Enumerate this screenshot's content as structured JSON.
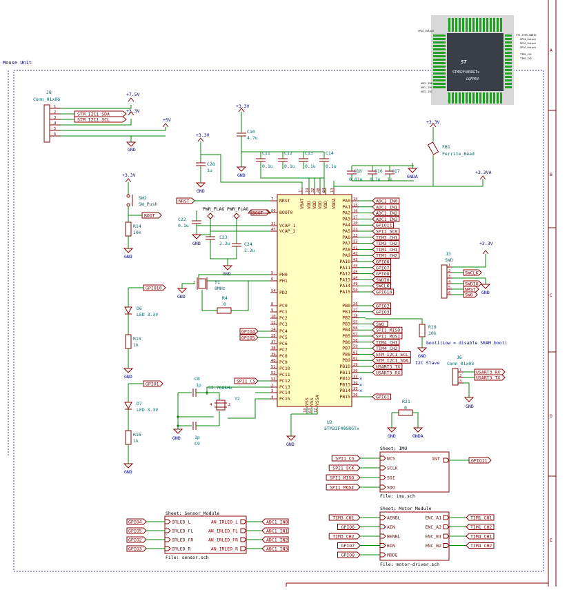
{
  "sheet": {
    "title": "Mouse Unit",
    "row_labels": [
      "A",
      "B",
      "C",
      "D",
      "E"
    ]
  },
  "colors": {
    "wire": "#008400",
    "symbol": "#840000",
    "ref": "#006464",
    "frame": "#840000"
  },
  "mcu": {
    "ref": "U2",
    "value": "STM32F405RGTx",
    "package_name": "STM32F405RGTx",
    "package_type": "LQFP64",
    "left_pins": [
      "NRST",
      "BOOT0",
      "VCAP_1",
      "VCAP_2",
      "PH0",
      "PH1",
      "PD2",
      "PC0",
      "PC1",
      "PC2",
      "PC3",
      "PC4",
      "PC5",
      "PC6",
      "PC7",
      "PC8",
      "PC9",
      "PC10",
      "PC11",
      "PC12",
      "PC13",
      "PC14",
      "PC15"
    ],
    "left_nums": [
      "7",
      "60",
      "31",
      "47",
      "5",
      "6",
      "54",
      "8",
      "9",
      "10",
      "11",
      "24",
      "25",
      "37",
      "38",
      "39",
      "40",
      "51",
      "52",
      "53",
      "2",
      "3",
      "4"
    ],
    "top_pins": [
      "VBAT",
      "VDD",
      "VDD",
      "VDD",
      "VDD",
      "VDDA"
    ],
    "top_nums": [
      "1",
      "19",
      "32",
      "48",
      "64",
      "13"
    ],
    "right_pins": [
      "PA0",
      "PA1",
      "PA2",
      "PA3",
      "PA4",
      "PA5",
      "PA6",
      "PA7",
      "PA8",
      "PA9",
      "PA10",
      "PA11",
      "PA12",
      "PA13",
      "PA14",
      "PA15",
      "PB0",
      "PB1",
      "PB2",
      "PB3",
      "PB4",
      "PB5",
      "PB6",
      "PB7",
      "PB8",
      "PB9",
      "PB10",
      "PB11",
      "PB12",
      "PB13",
      "PB14",
      "PB15"
    ],
    "right_nums": [
      "14",
      "15",
      "16",
      "17",
      "20",
      "21",
      "22",
      "23",
      "41",
      "42",
      "43",
      "44",
      "45",
      "46",
      "49",
      "50",
      "26",
      "27",
      "28",
      "55",
      "56",
      "57",
      "58",
      "59",
      "61",
      "62",
      "29",
      "30",
      "33",
      "34",
      "35",
      "36"
    ],
    "bottom_pins": [
      "VSS",
      "VSS",
      "VSSA"
    ],
    "bottom_nums": [
      "18",
      "63",
      "12"
    ]
  },
  "right_labels": [
    "ADC1_IN0",
    "ADC1_IN1",
    "ADC1_IN2",
    "ADC1_IN3",
    "GPIO11",
    "SPI1_SCK",
    "TIM3_CH1",
    "TIM3_CH2",
    "TIM1_CH1",
    "TIM1_CH2",
    "GPIO6",
    "GPIO7",
    "GPIO8",
    "SWDIO",
    "SWCLK",
    "GPIO10",
    "GPIO2",
    "GPIO3",
    "",
    "SWO",
    "SPI1_MISO",
    "SPI1_MOSI",
    "TIM4_CH1",
    "TIM4_CH2",
    "STM_I2C1_SCL",
    "STM_I2C1_SDA",
    "USART3_TX",
    "USART3_RX",
    "",
    "",
    "",
    "GPIO1"
  ],
  "left_labels": {
    "nrst": "NRST",
    "boot0": "BOOT",
    "pc4": "GPIO4",
    "pc5": "GPIO5",
    "pc12": "SPI1_CS"
  },
  "power": {
    "p33": "+3.3V",
    "p5": "+5V",
    "p75": "+7.5V",
    "p33va": "+3.3VA",
    "gnd": "GND",
    "gnda": "GNDA",
    "pwr_flag": "PWR_FLAG"
  },
  "connector_j8": {
    "ref": "J8",
    "value": "Conn_01x06",
    "pins": [
      "1",
      "2",
      "3",
      "4",
      "5",
      "6"
    ],
    "labels": [
      "STM_I2C1_SDA",
      "STM_I2C1_SCL"
    ]
  },
  "caps": {
    "c10": [
      "C10",
      "4.7u"
    ],
    "c11": [
      "C11",
      "0.1u"
    ],
    "c12": [
      "C12",
      "0.1u"
    ],
    "c13": [
      "C13",
      "0.1u"
    ],
    "c14": [
      "C14",
      "0.1u"
    ],
    "c18": [
      "C18",
      "0.01u"
    ],
    "c16": [
      "C16",
      "0.1u"
    ],
    "c17": [
      "C17",
      "1u"
    ],
    "c28": [
      "C28",
      "1u"
    ],
    "c22": [
      "C22",
      "0.1u"
    ],
    "c23": [
      "C23",
      "2.2u"
    ],
    "c24": [
      "C24",
      "2.2u"
    ],
    "c8": [
      "C8",
      "1p"
    ],
    "c9": [
      "C9",
      "1p"
    ]
  },
  "fb1": [
    "FB1",
    "Ferrite_Bead"
  ],
  "sw2": [
    "SW2",
    "SW_Push"
  ],
  "r14": [
    "R14",
    "10k"
  ],
  "r15": [
    "R15",
    "1k"
  ],
  "r16": [
    "R16",
    "1k"
  ],
  "r4": [
    "R4",
    "0"
  ],
  "r18": [
    "R18",
    "10k"
  ],
  "r21": [
    "R21",
    "0"
  ],
  "d6": [
    "D6",
    "LED 3.3V",
    "GPIO10"
  ],
  "d7": [
    "D7",
    "LED 3.3V",
    "GPIO1"
  ],
  "y1": [
    "Y1",
    "8MHz"
  ],
  "y2": [
    "Y2",
    "32.768kHz"
  ],
  "boot_note": "boot1(Low = disable SRAM boot)",
  "i2c_note": "I2C Slave",
  "j3": {
    "ref": "J3",
    "value": "SWD",
    "pins": [
      "1",
      "2",
      "3",
      "4",
      "5",
      "6"
    ],
    "labels": [
      "SWCLK",
      "SWDIO",
      "NRST",
      "SWO"
    ]
  },
  "j6": {
    "ref": "J6",
    "value": "Conn_01x03",
    "pins": [
      "1",
      "2",
      "3"
    ],
    "labels": [
      "USART3_RX",
      "USART3_TX"
    ]
  },
  "sheet_imu": {
    "title": "Sheet: IMU",
    "file": "File: imu.sch",
    "pins": [
      "NCS",
      "SCLK",
      "SDI",
      "SDO"
    ],
    "labels": [
      "SPI1_CS",
      "SPI1_SCK",
      "SPI1_MISO",
      "SPI1_MOSI"
    ],
    "out_pin": "INT",
    "out_label": "GPIO11"
  },
  "sheet_sensor": {
    "title": "Sheet: Sensor_Module",
    "file": "File: sensor.sch",
    "left_pins": [
      "IRLED_L",
      "IRLED_FL",
      "IRLED_FR",
      "IRLED_R"
    ],
    "left_labels": [
      "GPIO4",
      "GPIO5",
      "GPIO2",
      "GPIO3"
    ],
    "right_pins": [
      "AN_IRLED_L",
      "AN_IRLED_FL",
      "AN_IRLED_FR",
      "AN_IRLED_R"
    ],
    "right_labels": [
      "ADC1_IN0",
      "ADC1_IN1",
      "ADC1_IN2",
      "ADC1_IN3"
    ]
  },
  "sheet_motor": {
    "title": "Sheet: Motor_Module",
    "file": "File: motor-driver.sch",
    "left_pins": [
      "AENBL",
      "AIN",
      "BENBL",
      "BIN",
      "MODE"
    ],
    "left_labels": [
      "TIM3_CH1",
      "GPIO6",
      "TIM3_CH2",
      "GPIO7",
      "GPIO8"
    ],
    "right_pins": [
      "ENC_A1",
      "ENC_A2",
      "ENC_B1",
      "ENC_B2"
    ],
    "right_labels": [
      "TIM1_CH1",
      "TIM1_CH2",
      "TIM4_CH1",
      "TIM4_CH2"
    ]
  },
  "chip_image": {
    "name": "STM32F405RGTx",
    "package": "LQFP64",
    "left_labels": [
      "GPIO_Output",
      "ADC1_IN0",
      "ADC1_IN1",
      "ADC1_IN2"
    ],
    "right_labels": [
      "SYS_JTMS-SWDIO",
      "GPIO_Output",
      "GPIO_Output",
      "GPIO_Output",
      "TIM3_CH1",
      "TIM3_CH2"
    ]
  }
}
